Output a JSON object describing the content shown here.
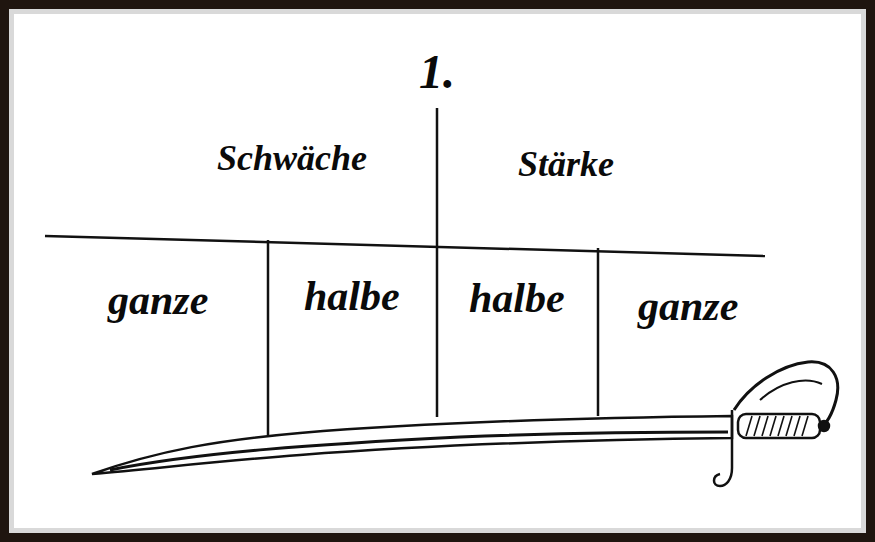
{
  "diagram": {
    "labels": [
      "1.",
      "Schwäche",
      "Stärke",
      "ganze",
      "halbe",
      "halbe",
      "ganze"
    ]
  }
}
